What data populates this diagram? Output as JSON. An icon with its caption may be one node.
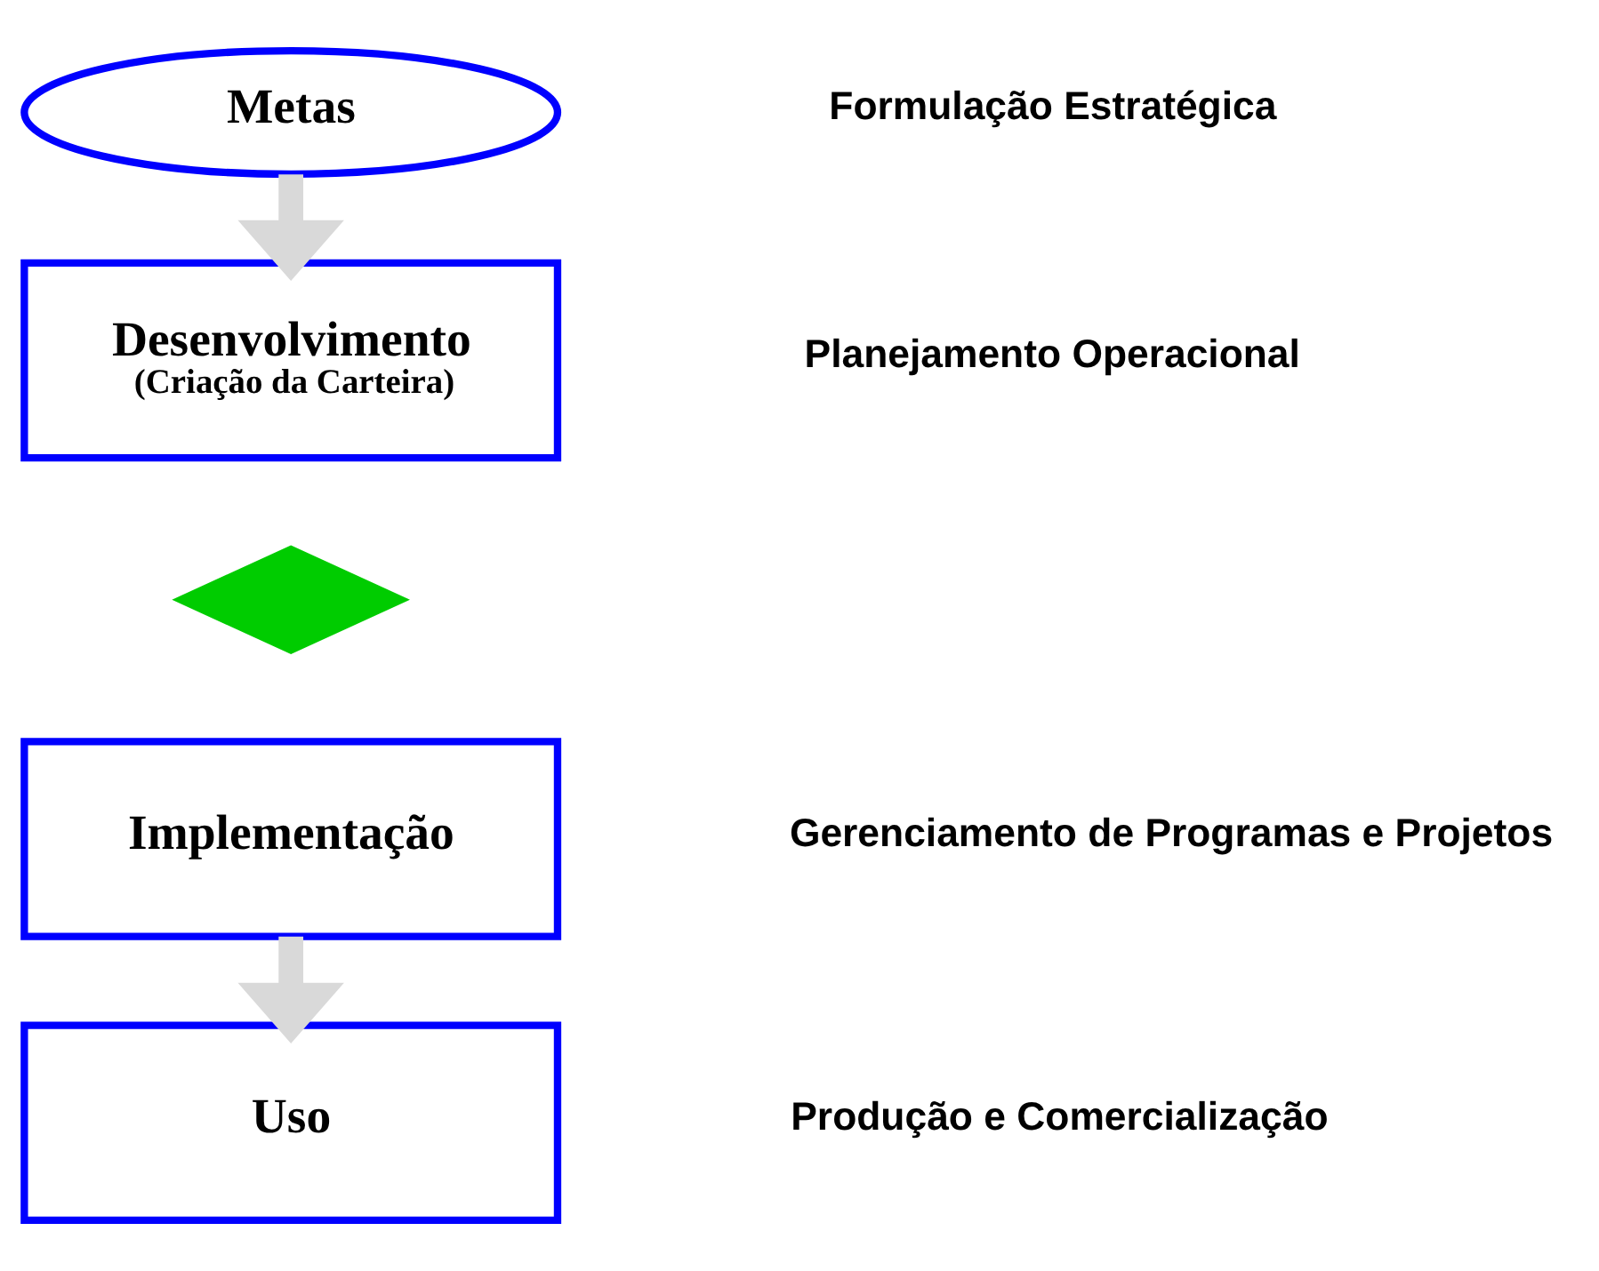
{
  "diagram": {
    "nodes": [
      {
        "text": [
          "Metas"
        ]
      },
      {
        "text": [
          "Desenvolvimento",
          "(Criação da Carteira)"
        ]
      },
      {
        "text": [],
        "shape": "diamond"
      },
      {
        "text": [
          "Implementação"
        ]
      },
      {
        "text": [
          "Uso"
        ]
      }
    ],
    "edges": [
      {
        "from": 0,
        "to": 1,
        "arrow": "to"
      },
      {
        "from": 3,
        "to": 4,
        "arrow": "to"
      }
    ],
    "labels": [
      "Formulação Estratégica",
      "Planejamento Operacional",
      "Gerenciamento de Programas e Projetos",
      "Produção e Comercialização"
    ]
  }
}
